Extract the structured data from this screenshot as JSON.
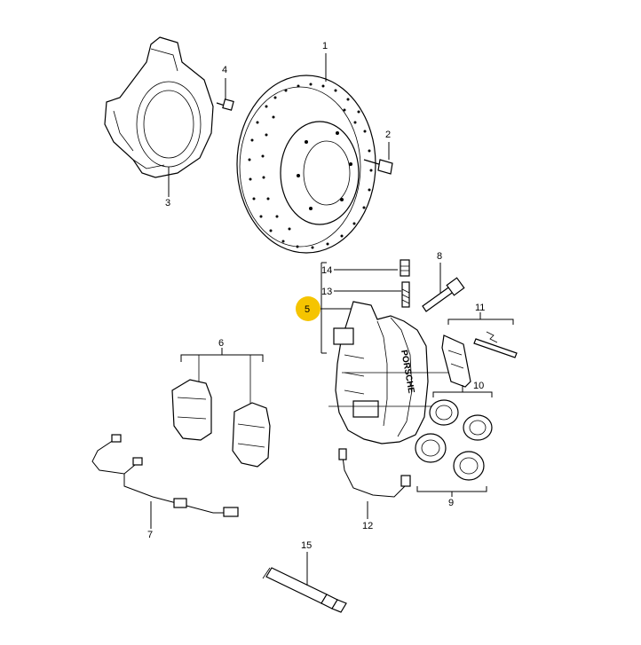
{
  "highlight_color": "#f5c400",
  "callouts": {
    "c1": "1",
    "c2": "2",
    "c3": "3",
    "c4": "4",
    "c5": "5",
    "c6": "6",
    "c7": "7",
    "c8": "8",
    "c9": "9",
    "c10": "10",
    "c11": "11",
    "c12": "12",
    "c13": "13",
    "c14": "14",
    "c15": "15"
  },
  "caliper_brand_text": "PORSCHE"
}
